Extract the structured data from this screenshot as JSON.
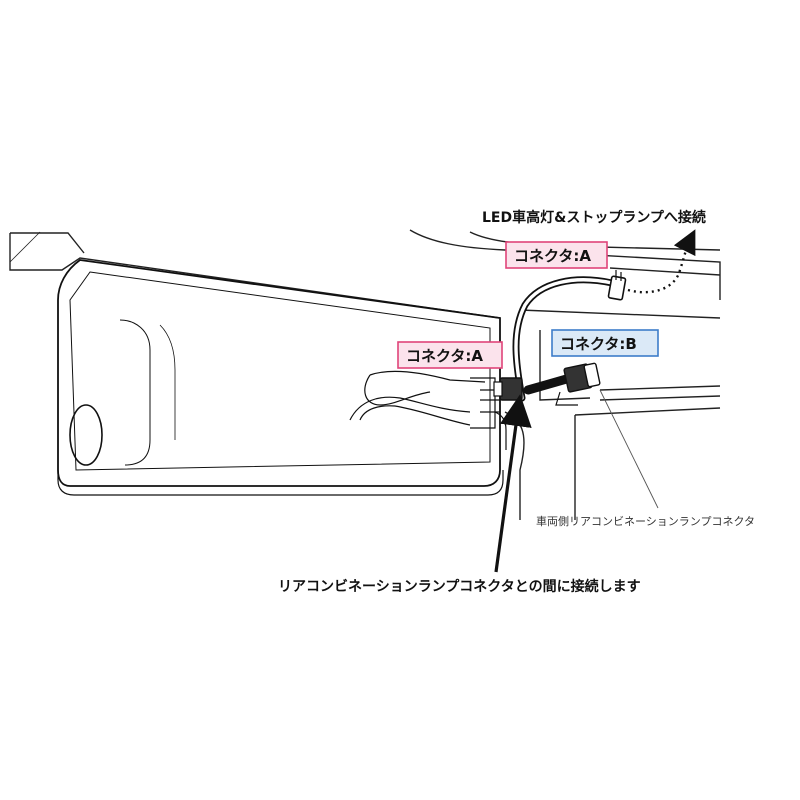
{
  "labels": {
    "top_note": "LED車高灯&ストップランプへ接続",
    "connector_a_top": "コネクタ:A",
    "connector_a_left": "コネクタ:A",
    "connector_b": "コネクタ:B",
    "vehicle_connector": "車両側リアコンビネーションランプコネクタ",
    "bottom_note": "リアコンビネーションランプコネクタとの間に接続します"
  },
  "colors": {
    "connector_a_fill": "#fbe3ec",
    "connector_a_border": "#e0447a",
    "connector_b_fill": "#dbe9f7",
    "connector_b_border": "#3d7cc9",
    "line": "#1a1a1a",
    "text": "#111111"
  }
}
